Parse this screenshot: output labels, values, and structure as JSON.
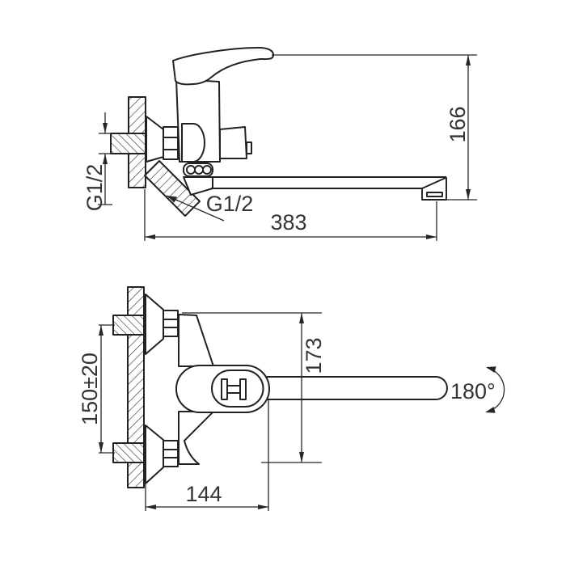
{
  "colors": {
    "background": "#ffffff",
    "line": "#222222",
    "text": "#343434"
  },
  "top_view": {
    "dim_height": "166",
    "dim_length": "383",
    "inlet_thread": "G1/2",
    "valve_thread": "G1/2"
  },
  "bottom_view": {
    "dim_overall_height": "173",
    "dim_inlet_spacing": "150±20",
    "dim_projection": "144",
    "spout_swivel_angle": "180°"
  }
}
